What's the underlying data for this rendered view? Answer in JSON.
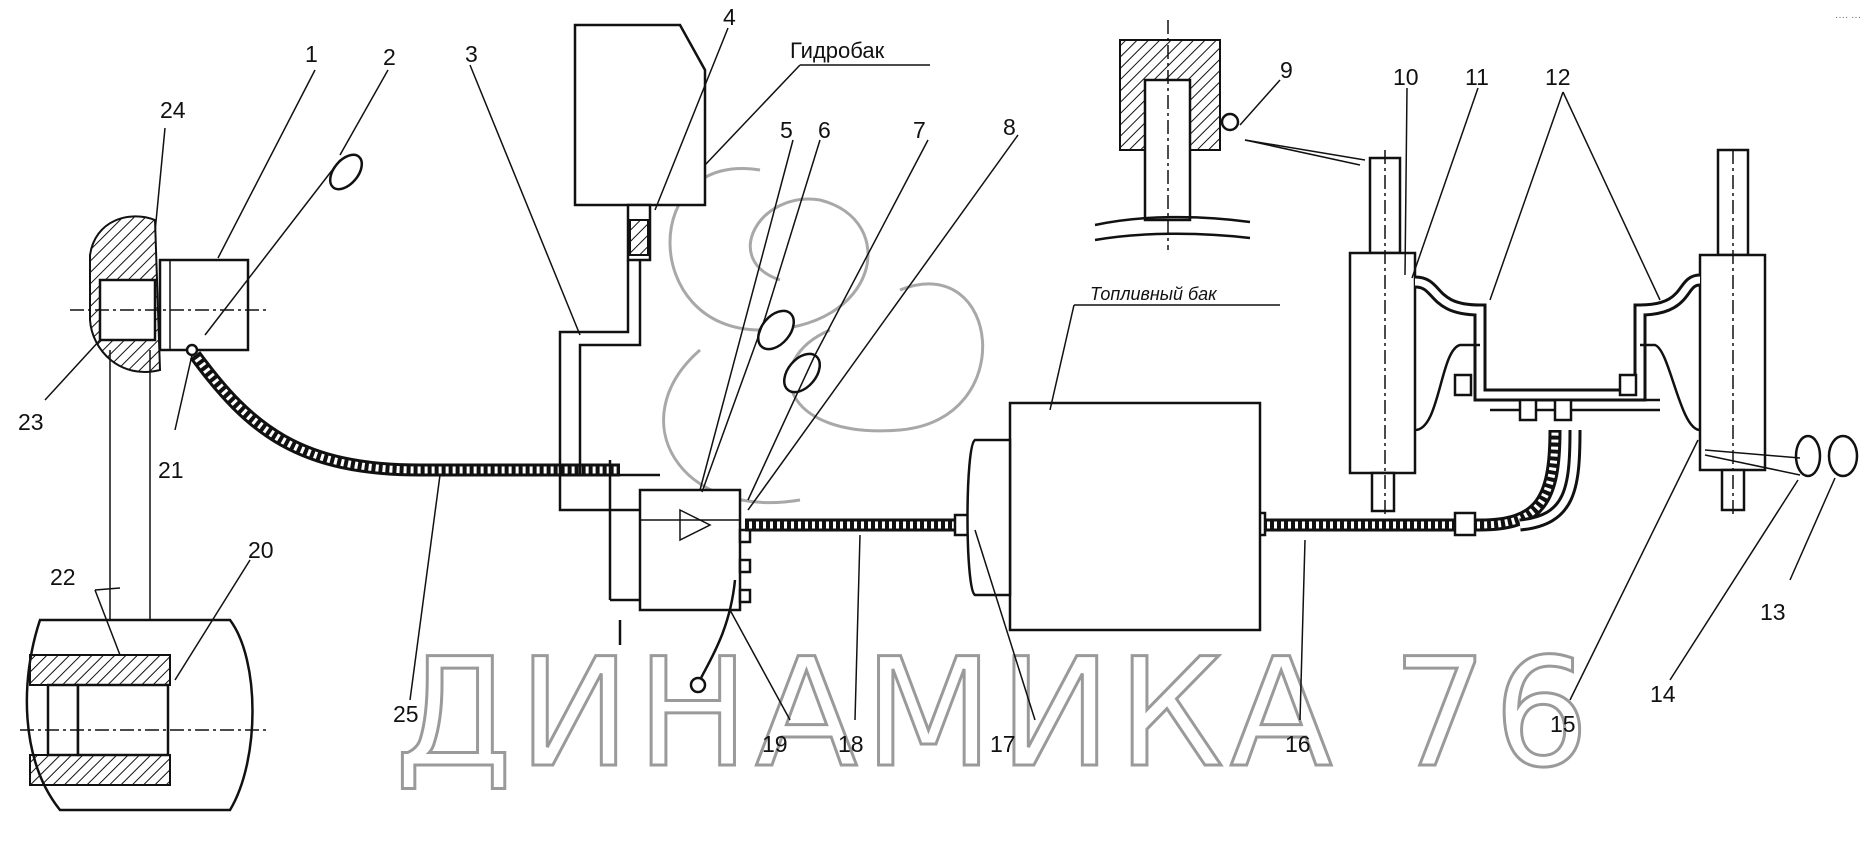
{
  "labels": {
    "n1": "1",
    "n2": "2",
    "n3": "3",
    "n4": "4",
    "n5": "5",
    "n6": "6",
    "n7": "7",
    "n8": "8",
    "n9": "9",
    "n10": "10",
    "n11": "11",
    "n12": "12",
    "n13": "13",
    "n14": "14",
    "n15": "15",
    "n16": "16",
    "n17": "17",
    "n18": "18",
    "n19": "19",
    "n20": "20",
    "n21": "21",
    "n22": "22",
    "n23": "23",
    "n24": "24",
    "n25": "25"
  },
  "tanks": {
    "hydro_tank": "Гидробак",
    "fuel_tank": "Топливный бак"
  },
  "watermark": "ДИНАМИКА 76",
  "corner_mark": "···· ···"
}
